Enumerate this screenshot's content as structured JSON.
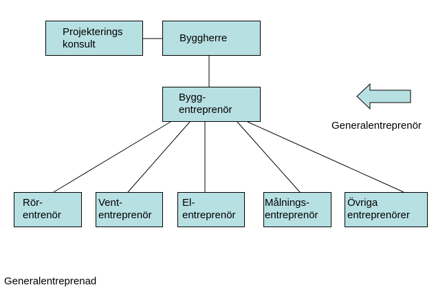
{
  "diagram": {
    "nodes": {
      "projektering": "Projekterings\nkonsult",
      "byggherre": "Byggherre",
      "bygg": "Bygg-\nentreprenör",
      "ror": "Rör-\nentrenör",
      "vent": "Vent-\nentreprenör",
      "el": "El-\nentreprenör",
      "malning": "Målnings-\nentreprenör",
      "ovriga": "Övriga\nentreprenörer"
    },
    "edges": [
      [
        "projektering",
        "byggherre"
      ],
      [
        "byggherre",
        "bygg"
      ],
      [
        "bygg",
        "ror"
      ],
      [
        "bygg",
        "vent"
      ],
      [
        "bygg",
        "el"
      ],
      [
        "bygg",
        "malning"
      ],
      [
        "bygg",
        "ovriga"
      ]
    ],
    "arrow_label": "Generalentreprenör",
    "caption": "Generalentreprenad"
  },
  "colors": {
    "box_fill": "#b7e0e3",
    "arrow_fill": "#b7e0e3",
    "stroke": "#000000"
  },
  "icons": {
    "arrow": "left-arrow-icon"
  }
}
